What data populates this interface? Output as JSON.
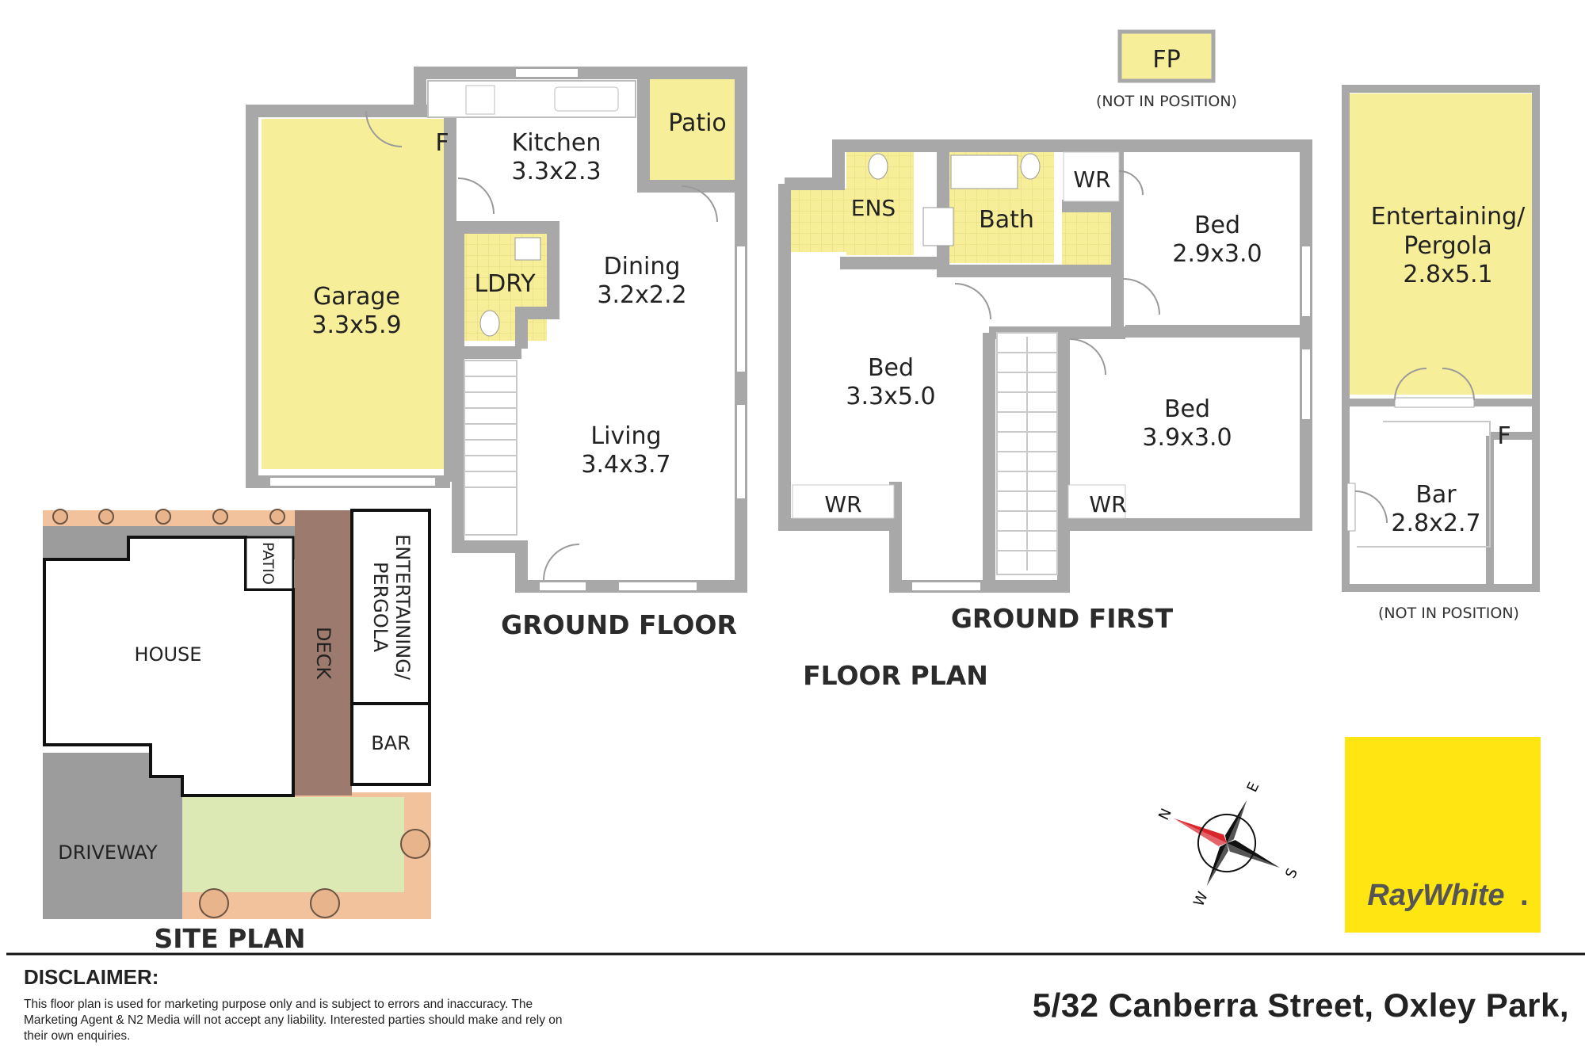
{
  "ground_floor": {
    "heading": "GROUND FLOOR",
    "rooms": [
      {
        "name": "Kitchen",
        "size": "3.3x2.3"
      },
      {
        "name": "Patio",
        "size": ""
      },
      {
        "name": "Garage",
        "size": "3.3x5.9"
      },
      {
        "name": "LDRY",
        "size": ""
      },
      {
        "name": "Dining",
        "size": "3.2x2.2"
      },
      {
        "name": "Living",
        "size": "3.4x3.7"
      }
    ],
    "fridge_label": "F"
  },
  "first_floor": {
    "heading": "GROUND FIRST",
    "rooms": [
      {
        "name": "ENS",
        "size": ""
      },
      {
        "name": "Bath",
        "size": ""
      },
      {
        "name": "Bed",
        "size": "2.9x3.0"
      },
      {
        "name": "Bed",
        "size": "3.3x5.0"
      },
      {
        "name": "Bed",
        "size": "3.9x3.0"
      }
    ],
    "robes": [
      "WR",
      "WR",
      "WR"
    ]
  },
  "fireplace": {
    "label": "FP",
    "note": "(NOT IN POSITION)"
  },
  "outbuilding": {
    "rooms": [
      {
        "name": "Entertaining/",
        "name2": "Pergola",
        "size": "2.8x5.1"
      },
      {
        "name": "Bar",
        "size": "2.8x2.7"
      }
    ],
    "fridge_label": "F",
    "note": "(NOT IN POSITION)"
  },
  "floor_plan_title": "FLOOR PLAN",
  "site_plan": {
    "title": "SITE PLAN",
    "labels": {
      "house": "HOUSE",
      "patio": "PATIO",
      "deck": "DECK",
      "entertaining": "ENTERTAINING/",
      "pergola": "PERGOLA",
      "bar": "BAR",
      "driveway": "DRIVEWAY"
    }
  },
  "compass": {
    "n": "N",
    "s": "S",
    "e": "E",
    "w": "W"
  },
  "brand": {
    "name": "RayWhite",
    "dot": ".",
    "color": "#ffe512"
  },
  "disclaimer": {
    "title": "DISCLAIMER:",
    "text": "This floor plan is used for marketing purpose only and is subject to errors and inaccuracy. The Marketing Agent & N2 Media will not accept any liability. Interested parties should make and rely on their own enquiries."
  },
  "address": "5/32 Canberra Street, Oxley Park,",
  "colors": {
    "wall": "#a8a8a8",
    "yellow_room": "#f5ef9c",
    "deck": "#9c7a6e",
    "lawn": "#dce9b5",
    "garden": "#f2c29c",
    "driveway": "#9c9c9c"
  }
}
